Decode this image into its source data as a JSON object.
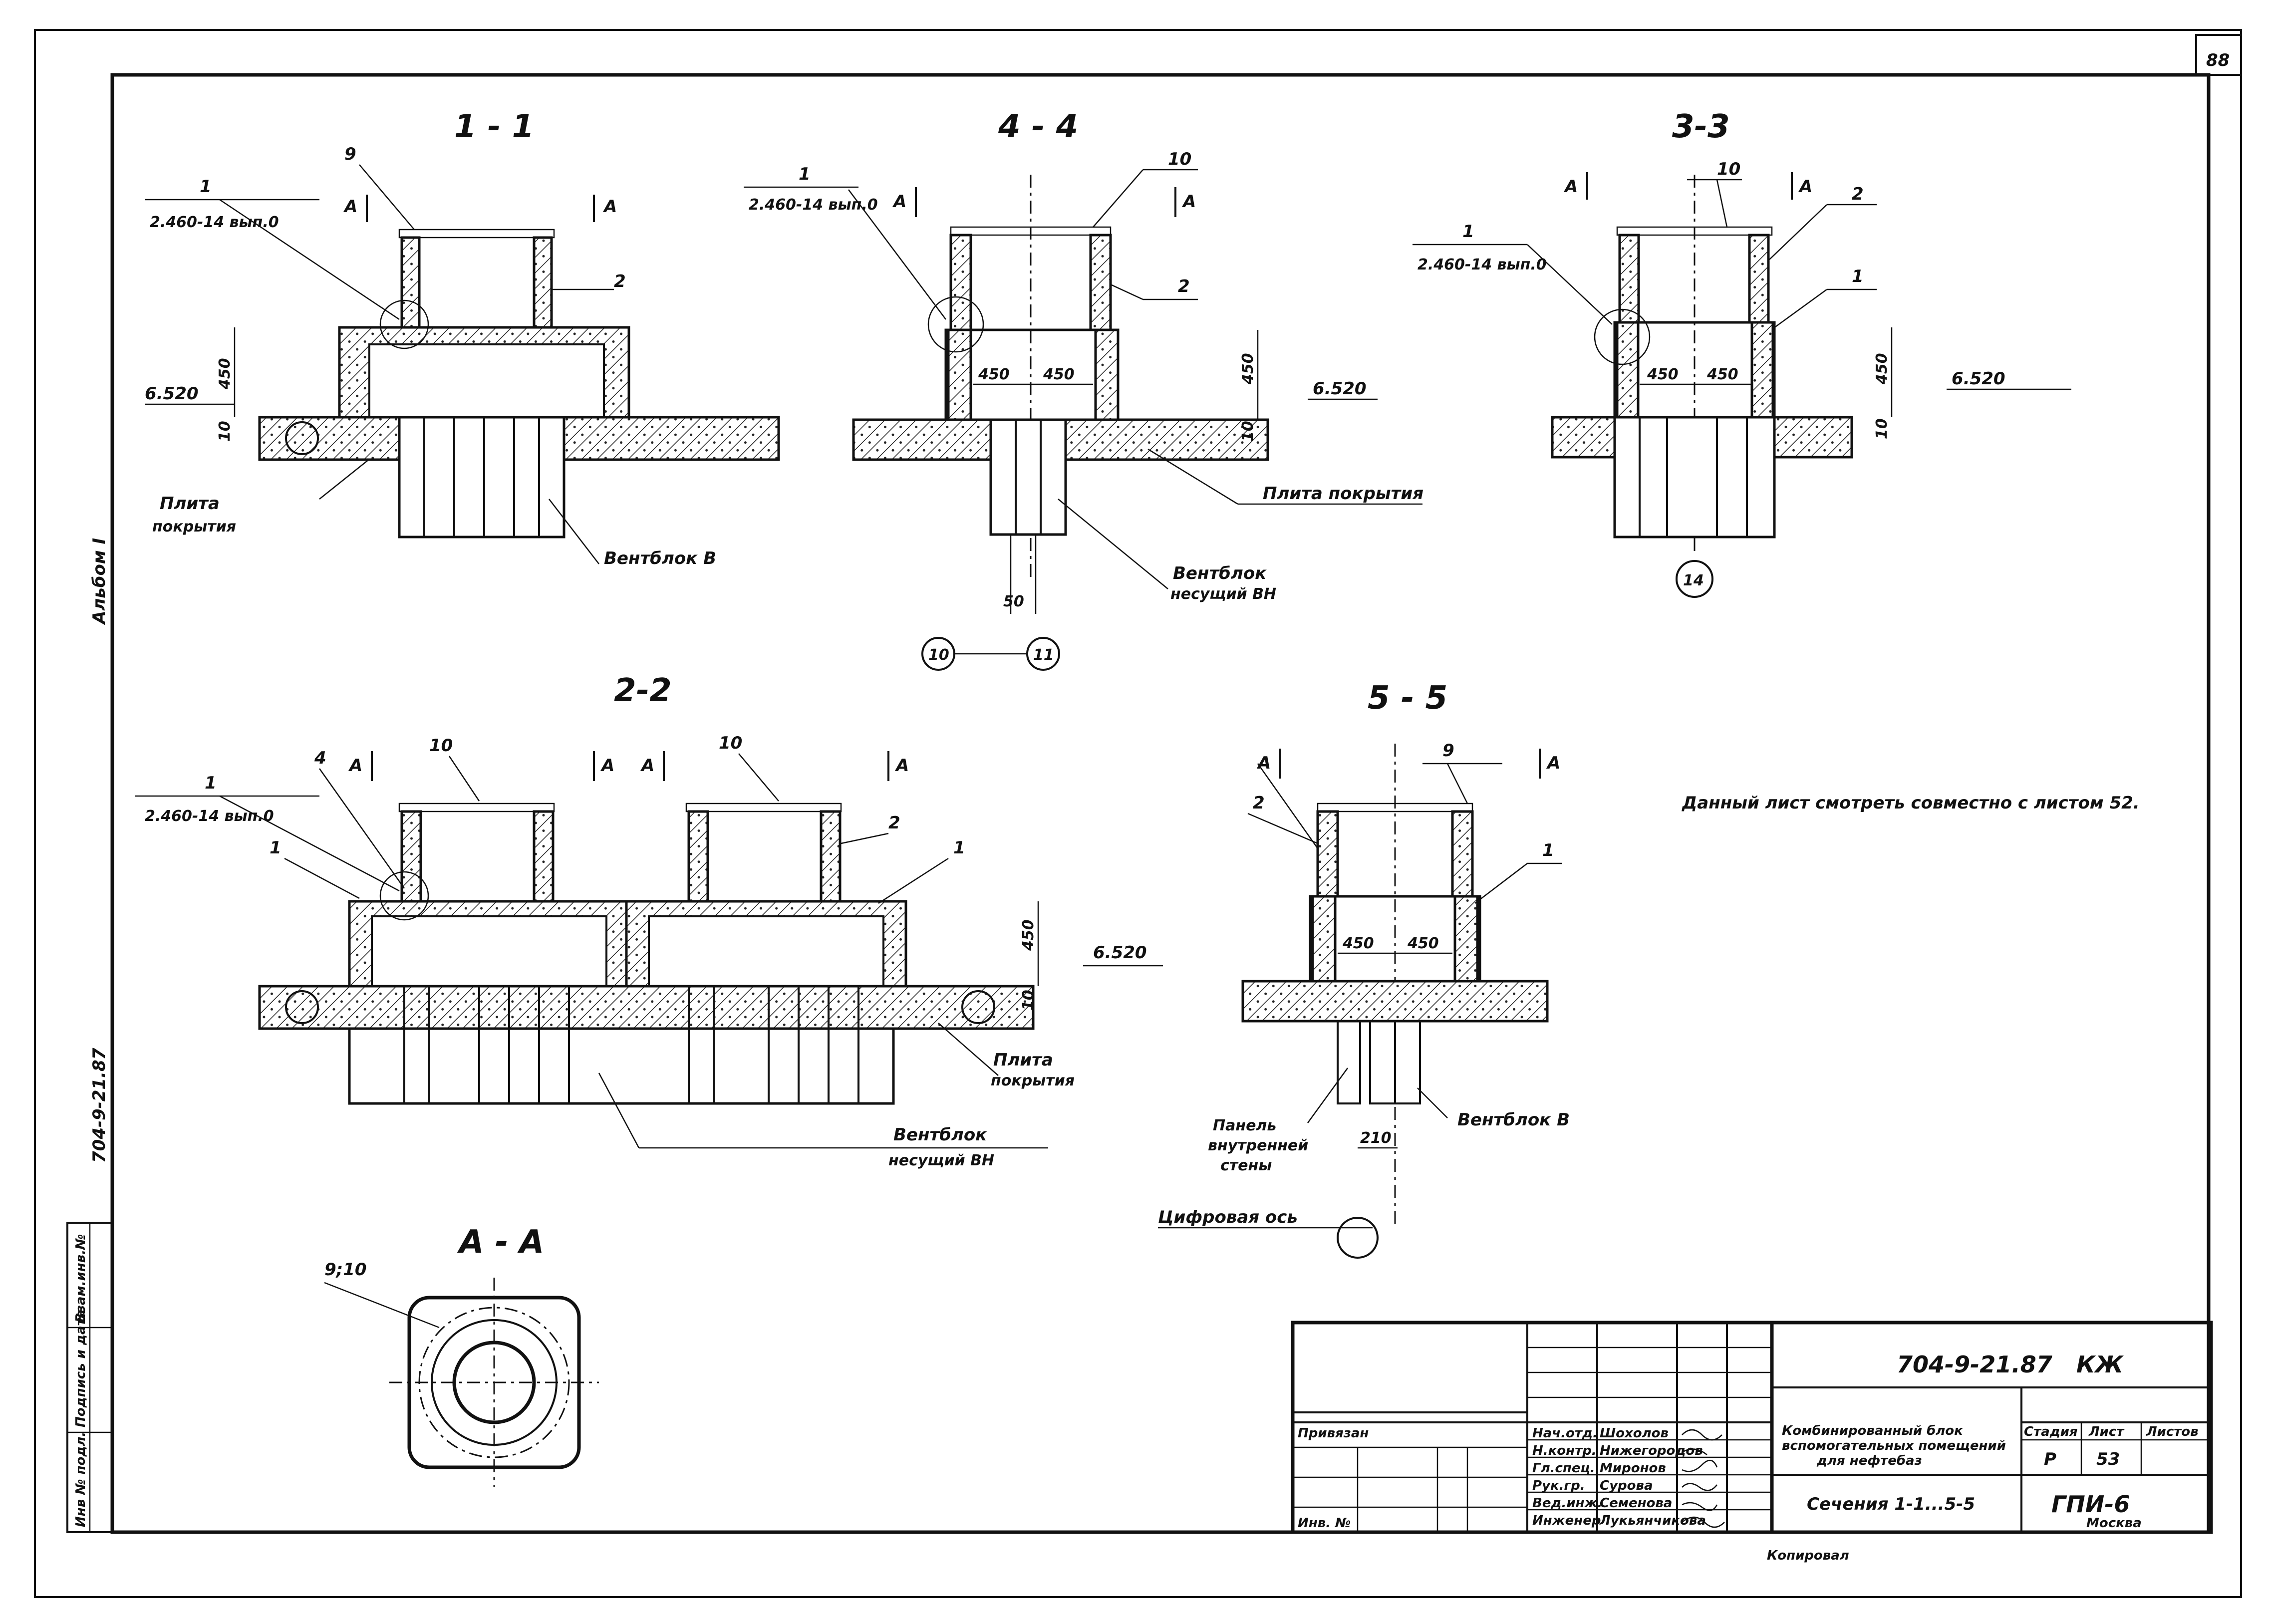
{
  "sheet_number": "88",
  "sections": {
    "s11": {
      "title": "1 - 1",
      "ref1": "1",
      "ref_mark": "2.460-14 вып.0",
      "ref9": "9",
      "ref2": "2",
      "arrow_a": "А",
      "dim450": "450",
      "dim10": "10",
      "level": "6.520",
      "plate": "Плита",
      "plate2": "покрытия",
      "vent": "Вентблок В"
    },
    "s44": {
      "title": "4 - 4",
      "ref1": "1",
      "ref_mark": "2.460-14 вып.0",
      "ref10": "10",
      "ref2": "2",
      "arrow_a": "А",
      "dim450a": "450",
      "dim450b": "450",
      "dim450v": "450",
      "dim10": "10",
      "level": "6.520",
      "plate": "Плита покрытия",
      "vent1": "Вентблок",
      "vent2": "несущий ВН",
      "dim50": "50",
      "axis10": "10",
      "axis11": "11"
    },
    "s33": {
      "title": "3-3",
      "ref1": "1",
      "ref_mark": "2.460-14 вып.0",
      "ref10": "10",
      "ref2": "2",
      "ref1b": "1",
      "arrow_a": "А",
      "dim450a": "450",
      "dim450b": "450",
      "dim450v": "450",
      "dim10": "10",
      "level": "6.520",
      "axis14": "14"
    },
    "s22": {
      "title": "2-2",
      "ref1": "1",
      "ref_mark": "2.460-14 вып.0",
      "ref4": "4",
      "ref10a": "10",
      "ref10b": "10",
      "ref1b": "1",
      "ref2": "2",
      "ref1c": "1",
      "arrow_a": "А",
      "dim450": "450",
      "dim10": "10",
      "level": "6.520",
      "plate": "Плита",
      "plate2": "покрытия",
      "vent1": "Вентблок",
      "vent2": "несущий ВН"
    },
    "s55": {
      "title": "5 - 5",
      "ref9": "9",
      "ref2": "2",
      "ref1": "1",
      "arrow_a": "А",
      "dim450a": "450",
      "dim450b": "450",
      "panel1": "Панель",
      "panel2": "внутренней",
      "panel3": "стены",
      "vent": "Вентблок В",
      "dim210": "210",
      "axis": "Цифровая ось"
    },
    "saa": {
      "title": "А - А",
      "ref": "9;10"
    }
  },
  "note": "Данный лист смотреть совместно с листом 52.",
  "side_labels": {
    "album": "Альбом I",
    "code": "704-9-21.87"
  },
  "left_stamp": [
    "Инв № подл.",
    "Подпись и дата",
    "Взам.инв.№"
  ],
  "title_block": {
    "code": "704-9-21.87",
    "mark": "КЖ",
    "attached": "Привязан",
    "inv": "Инв. №",
    "roles": [
      "Нач.отд.",
      "Н.контр.",
      "Гл.спец.",
      "Рук.гр.",
      "Вед.инж.",
      "Инженер"
    ],
    "names": [
      "Шохолов",
      "Нижегородов",
      "Миронов",
      "Сурова",
      "Семенова",
      "Лукьянчикова"
    ],
    "project1": "Комбинированный блок",
    "project2": "вспомогательных помещений",
    "project3": "для нефтебаз",
    "sheet_title": "Сечения 1-1...5-5",
    "stage_h": "Стадия",
    "sheet_h": "Лист",
    "sheets_h": "Листов",
    "stage": "Р",
    "sheet": "53",
    "org": "ГПИ-6",
    "city": "Москва",
    "copied": "Копировал"
  }
}
